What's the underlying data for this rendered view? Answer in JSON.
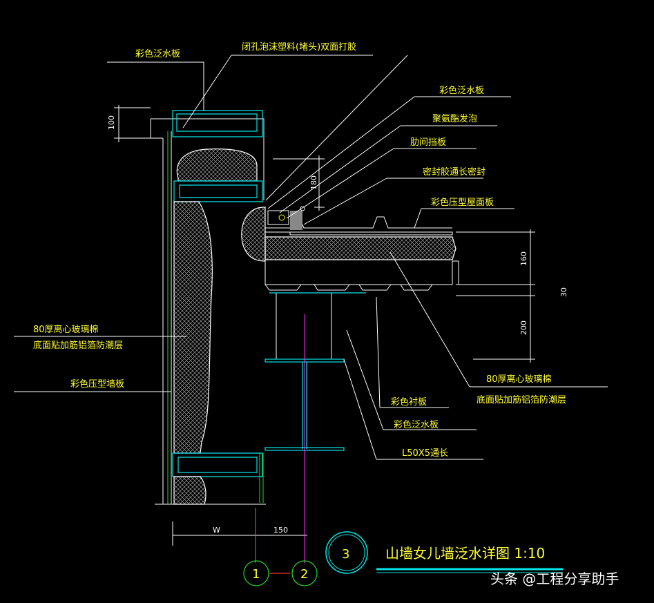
{
  "labels": {
    "top_flashing": "彩色泛水板",
    "foam_plug": "闭孔泡沫塑料(堵头)双面打胶",
    "flashing_right": "彩色泛水板",
    "pu_foam": "聚氨酯发泡",
    "rib_baffle": "肋间挡板",
    "sealant": "密封胶通长密封",
    "roof_panel": "彩色压型屋面板",
    "glass_wool_left_1": "80厚离心玻璃棉",
    "glass_wool_left_2": "底面贴加筋铝箔防潮层",
    "wall_panel": "彩色压型墙板",
    "glass_wool_right_1": "80厚离心玻璃棉",
    "glass_wool_right_2": "底面贴加筋铝箔防潮层",
    "liner_panel": "彩色衬板",
    "flashing_bottom": "彩色泛水板",
    "angle_steel": "L50X5通长"
  },
  "dimensions": {
    "d100": "100",
    "d180": "180",
    "d160": "160",
    "d30": "30",
    "d200": "200",
    "dW": "W",
    "d150": "150"
  },
  "axes": {
    "axis1": "1",
    "axis2": "2"
  },
  "title_block": {
    "detail_number": "3",
    "title": "山墙女儿墙泛水详图 1:10"
  },
  "watermark": "头条 @工程分享助手",
  "colors": {
    "background": "#000000",
    "text": "#ffff33",
    "lines": "#ffffff",
    "steel": "#00e5e5",
    "leaders": "#22dd22",
    "axis": "#ff33ff"
  }
}
